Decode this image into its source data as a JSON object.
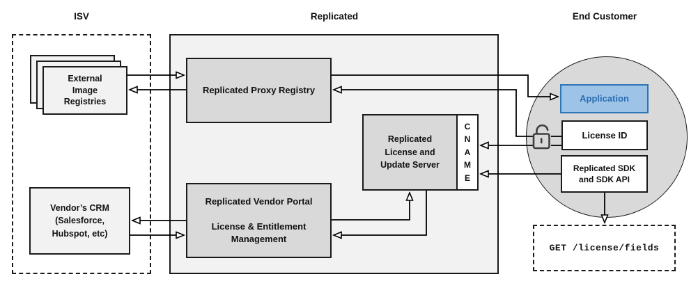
{
  "sections": {
    "isv": {
      "title": "ISV"
    },
    "replicated": {
      "title": "Replicated"
    },
    "end_customer": {
      "title": "End Customer"
    }
  },
  "nodes": {
    "external_image_registries": {
      "label": "External\nImage\nRegistries"
    },
    "vendors_crm": {
      "label": "Vendor’s CRM\n(Salesforce,\nHubspot, etc)"
    },
    "replicated_proxy_registry": {
      "label": "Replicated Proxy Registry"
    },
    "replicated_license_update_server": {
      "label": "Replicated\nLicense and\nUpdate Server"
    },
    "cname": {
      "label": "C\nN\nA\nM\nE"
    },
    "replicated_vendor_portal": {
      "label": "Replicated Vendor Portal\n\nLicense & Entitlement\nManagement"
    },
    "application": {
      "label": "Application"
    },
    "license_id": {
      "label": "License ID"
    },
    "replicated_sdk": {
      "label": "Replicated SDK\nand SDK API"
    },
    "get_license_fields": {
      "label": "GET /license/fields"
    }
  },
  "icons": {
    "open_lock": "open-lock-icon"
  },
  "colors": {
    "replicated_container_fill": "#f2f2f2",
    "inner_node_fill": "#d9d9d9",
    "isv_node_fill": "#f2f2f2",
    "customer_circle_fill": "#d9d9d9",
    "application_fill": "#9dc3e6",
    "application_border": "#2e75b6",
    "application_text": "#2a6db5",
    "line_color": "#000000",
    "lock_icon_color": "#3f3f3f"
  }
}
